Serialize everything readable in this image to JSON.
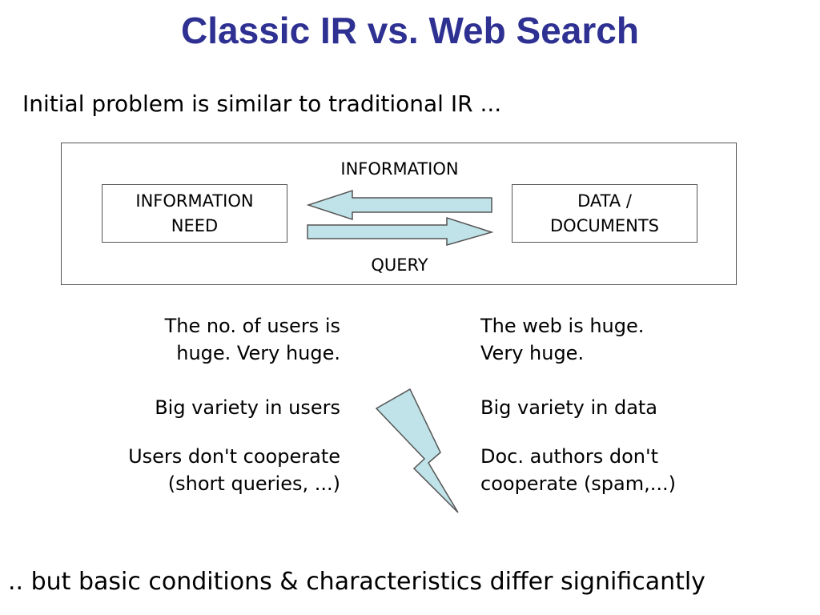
{
  "title": "Classic IR vs. Web Search",
  "subtitle": "Initial problem is similar to traditional IR ...",
  "diagram": {
    "left_box": "INFORMATION\nNEED",
    "right_box": "DATA /\nDOCUMENTS",
    "top_label": "INFORMATION",
    "bottom_label": "QUERY"
  },
  "users_column": [
    "The no. of users is\nhuge. Very huge.",
    "Big variety in users",
    "Users don't cooperate\n(short queries, ...)"
  ],
  "web_column": [
    "The web is huge.\nVery huge.",
    "Big variety in data",
    "Doc. authors don't\ncooperate (spam,...)"
  ],
  "conclusion": ".. but basic conditions & characteristics differ significantly",
  "colors": {
    "title": "#2E3192",
    "arrow_fill": "#BFE3E8",
    "shape_stroke": "#555555"
  }
}
